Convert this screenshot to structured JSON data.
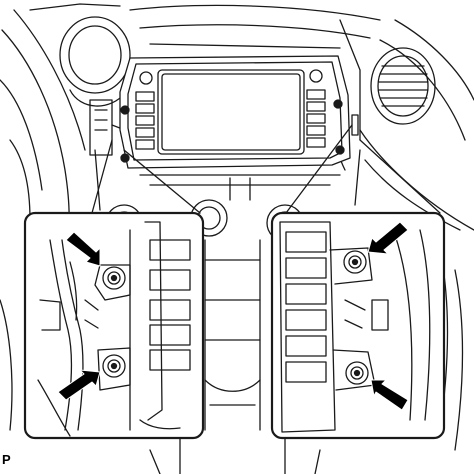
{
  "figure": {
    "code_label": "P",
    "colors": {
      "line": "#1a1a1a",
      "background": "#ffffff"
    },
    "callouts": [
      {
        "side": "left",
        "marker": "bold-arrow-icon",
        "count": 2
      },
      {
        "side": "right",
        "marker": "bold-arrow-icon",
        "count": 2
      }
    ]
  }
}
